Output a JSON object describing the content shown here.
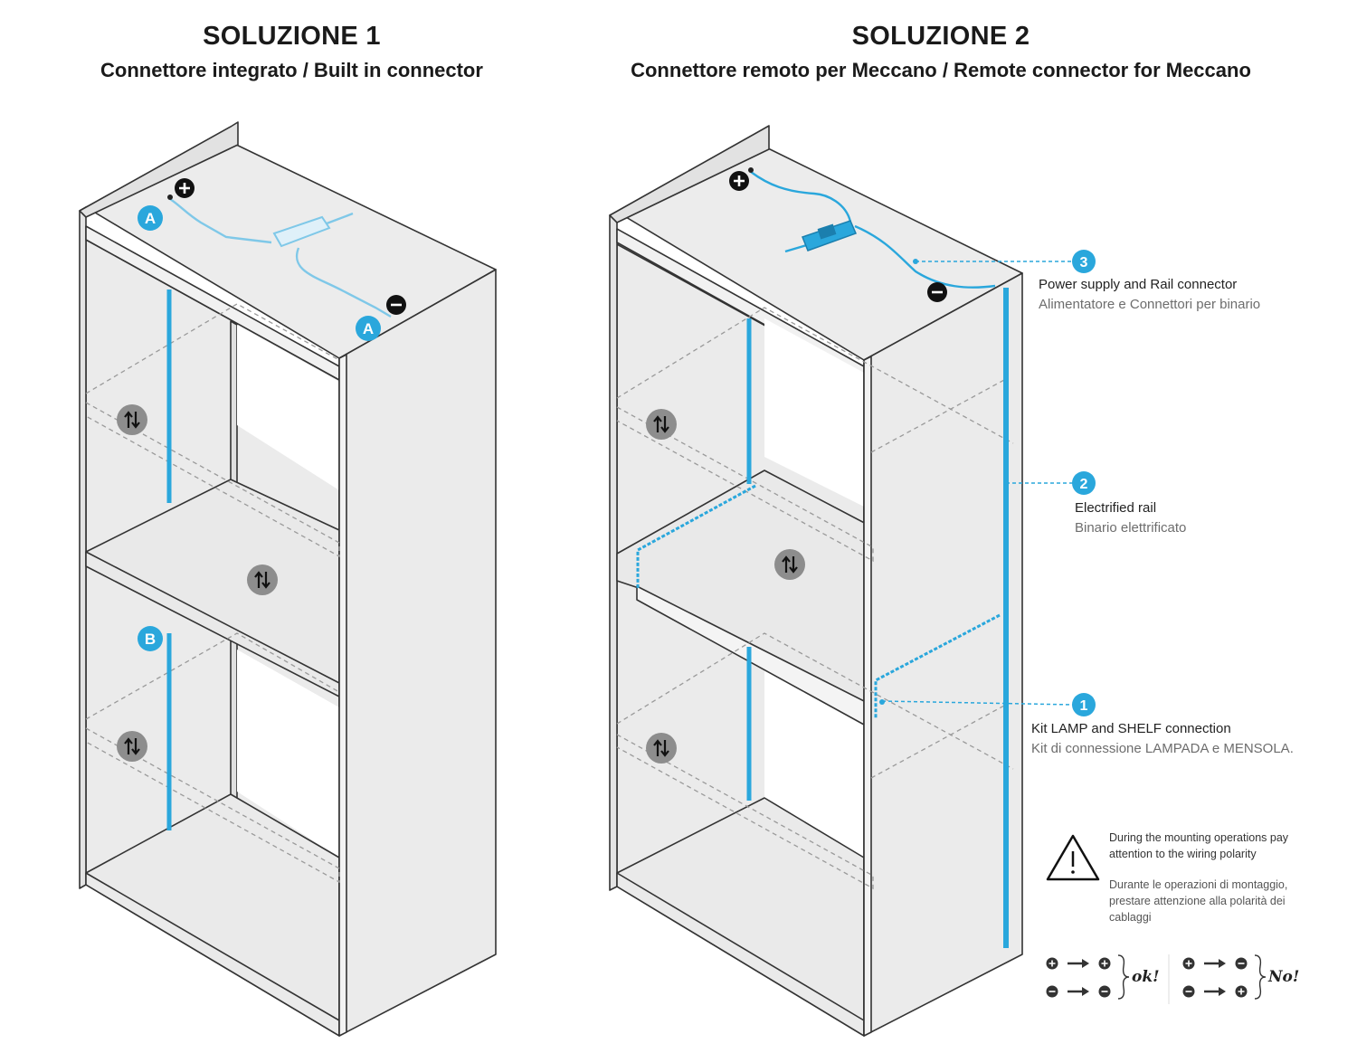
{
  "solution1": {
    "title": "SOLUZIONE 1",
    "subtitle": "Connettore integrato / Built in connector",
    "badges": {
      "a": "A",
      "b": "B"
    }
  },
  "solution2": {
    "title": "SOLUZIONE 2",
    "subtitle": "Connettore remoto per Meccano / Remote connector for Meccano"
  },
  "callouts": [
    {
      "num": "3",
      "en": "Power supply and Rail connector",
      "it": "Alimentatore e Connettori per binario"
    },
    {
      "num": "2",
      "en": "Electrified rail",
      "it": "Binario elettrificato"
    },
    {
      "num": "1",
      "en": "Kit LAMP and SHELF connection",
      "it": "Kit di connessione LAMPADA e MENSOLA."
    }
  ],
  "warning": {
    "en": "During the mounting operations pay attention to the wiring polarity",
    "it": "Durante le operazioni di montaggio, prestare attenzione alla polarità dei cablaggi",
    "ok_label": "ok!",
    "no_label": "No!"
  },
  "colors": {
    "accent": "#2aa7dc",
    "line": "#333333",
    "panel": "#ebebeb",
    "dash": "#9a9a9a",
    "marker": "#8d8d8d"
  }
}
